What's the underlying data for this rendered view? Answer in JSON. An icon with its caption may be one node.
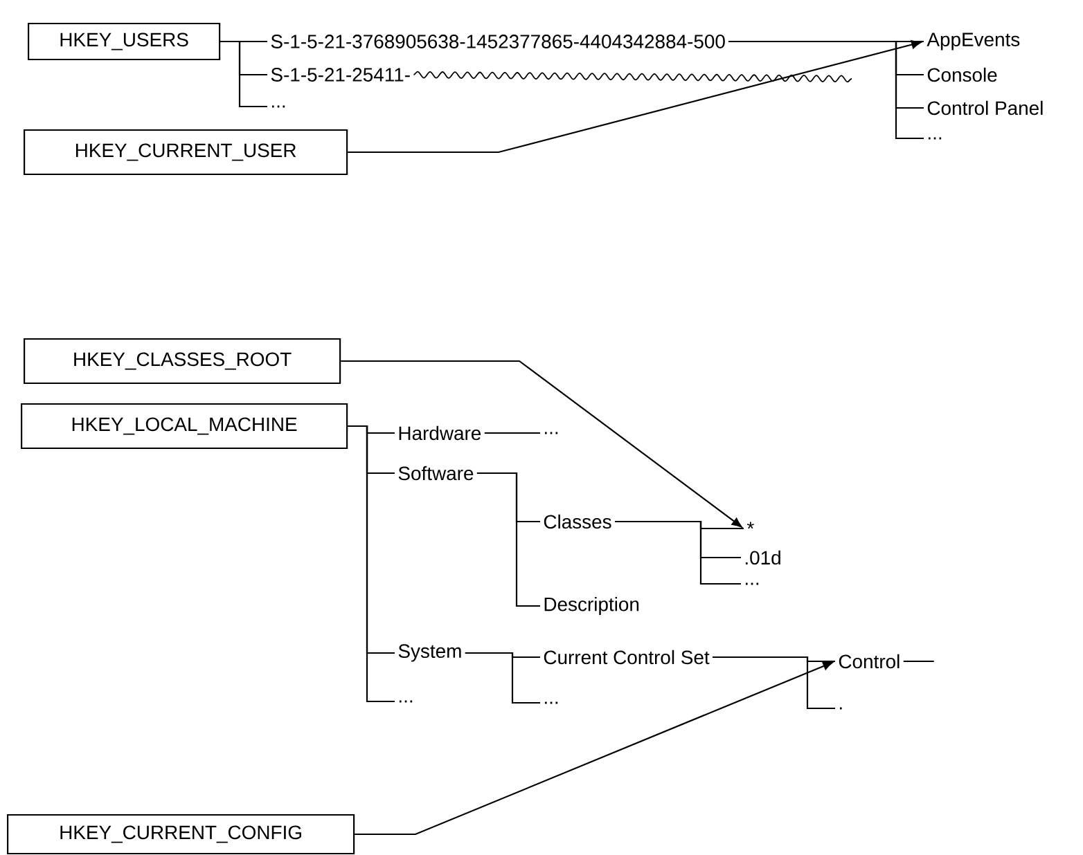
{
  "diagram": {
    "nodes": [
      {
        "text": [
          "HKEY_USERS"
        ]
      },
      {
        "text": [
          "S-1-5-21-3768905638-1452377865-4404342884-500"
        ]
      },
      {
        "text": [
          "S-1-5-21-25411-"
        ]
      },
      {
        "text": [
          "..."
        ]
      },
      {
        "text": [
          "HKEY_CURRENT_USER"
        ]
      },
      {
        "text": [
          "AppEvents"
        ]
      },
      {
        "text": [
          "Console"
        ]
      },
      {
        "text": [
          "Control Panel"
        ]
      },
      {
        "text": [
          "..."
        ]
      },
      {
        "text": [
          "HKEY_CLASSES_ROOT"
        ]
      },
      {
        "text": [
          "HKEY_LOCAL_MACHINE"
        ]
      },
      {
        "text": [
          "Hardware"
        ]
      },
      {
        "text": [
          "..."
        ]
      },
      {
        "text": [
          "Software"
        ]
      },
      {
        "text": [
          "Classes"
        ]
      },
      {
        "text": [
          "Description"
        ]
      },
      {
        "text": [
          "*"
        ]
      },
      {
        "text": [
          ".01d"
        ]
      },
      {
        "text": [
          "..."
        ]
      },
      {
        "text": [
          "System"
        ]
      },
      {
        "text": [
          "..."
        ]
      },
      {
        "text": [
          "Current Control Set"
        ]
      },
      {
        "text": [
          "..."
        ]
      },
      {
        "text": [
          "Control"
        ]
      },
      {
        "text": [
          "."
        ]
      },
      {
        "text": [
          "HKEY_CURRENT_CONFIG"
        ]
      }
    ],
    "edges": [
      {
        "from": 0,
        "to": 1,
        "arrow": "none"
      },
      {
        "from": 0,
        "to": 2,
        "arrow": "none"
      },
      {
        "from": 0,
        "to": 3,
        "arrow": "none"
      },
      {
        "from": 1,
        "to": 5,
        "arrow": "none"
      },
      {
        "from": 1,
        "to": 6,
        "arrow": "none"
      },
      {
        "from": 1,
        "to": 7,
        "arrow": "none"
      },
      {
        "from": 1,
        "to": 8,
        "arrow": "none"
      },
      {
        "from": 4,
        "to": 5,
        "arrow": "to"
      },
      {
        "from": 10,
        "to": 11,
        "arrow": "none"
      },
      {
        "from": 10,
        "to": 13,
        "arrow": "none"
      },
      {
        "from": 10,
        "to": 19,
        "arrow": "none"
      },
      {
        "from": 10,
        "to": 20,
        "arrow": "none"
      },
      {
        "from": 11,
        "to": 12,
        "arrow": "none"
      },
      {
        "from": 13,
        "to": 14,
        "arrow": "none"
      },
      {
        "from": 13,
        "to": 15,
        "arrow": "none"
      },
      {
        "from": 14,
        "to": 16,
        "arrow": "none"
      },
      {
        "from": 14,
        "to": 17,
        "arrow": "none"
      },
      {
        "from": 14,
        "to": 18,
        "arrow": "none"
      },
      {
        "from": 9,
        "to": 16,
        "arrow": "to"
      },
      {
        "from": 19,
        "to": 21,
        "arrow": "none"
      },
      {
        "from": 19,
        "to": 22,
        "arrow": "none"
      },
      {
        "from": 21,
        "to": 23,
        "arrow": "none"
      },
      {
        "from": 21,
        "to": 24,
        "arrow": "none"
      },
      {
        "from": 23,
        "to": null,
        "arrow": "none"
      },
      {
        "from": 25,
        "to": 23,
        "arrow": "to"
      }
    ]
  }
}
